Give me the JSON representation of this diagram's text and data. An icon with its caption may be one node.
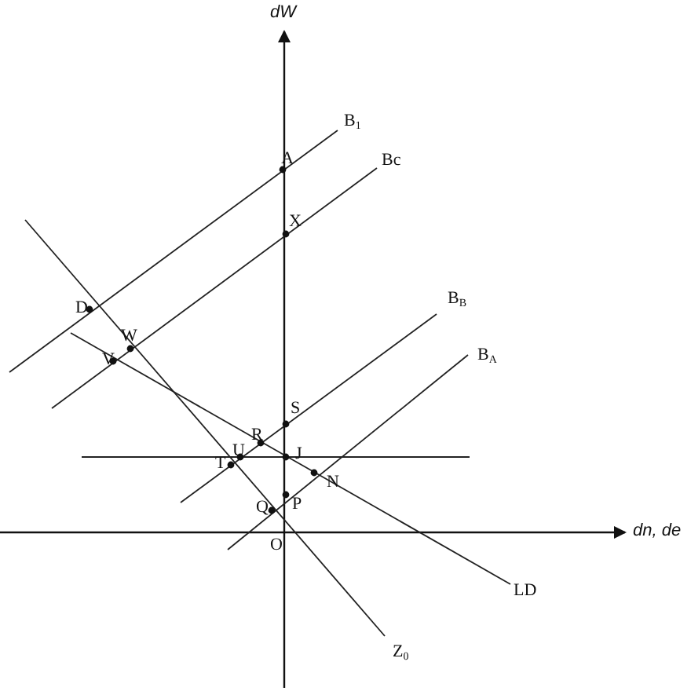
{
  "diagram": {
    "labels": [
      "dW",
      "B$_{1}$",
      "A",
      "Bc",
      "X",
      "D",
      "W",
      "V",
      "B$_{B}$",
      "B$_{A}$",
      "S",
      "R",
      "U",
      "J",
      "T",
      "N",
      "Q",
      "P",
      "O",
      "dn, de",
      "LD",
      "Z$_{0}$"
    ]
  }
}
